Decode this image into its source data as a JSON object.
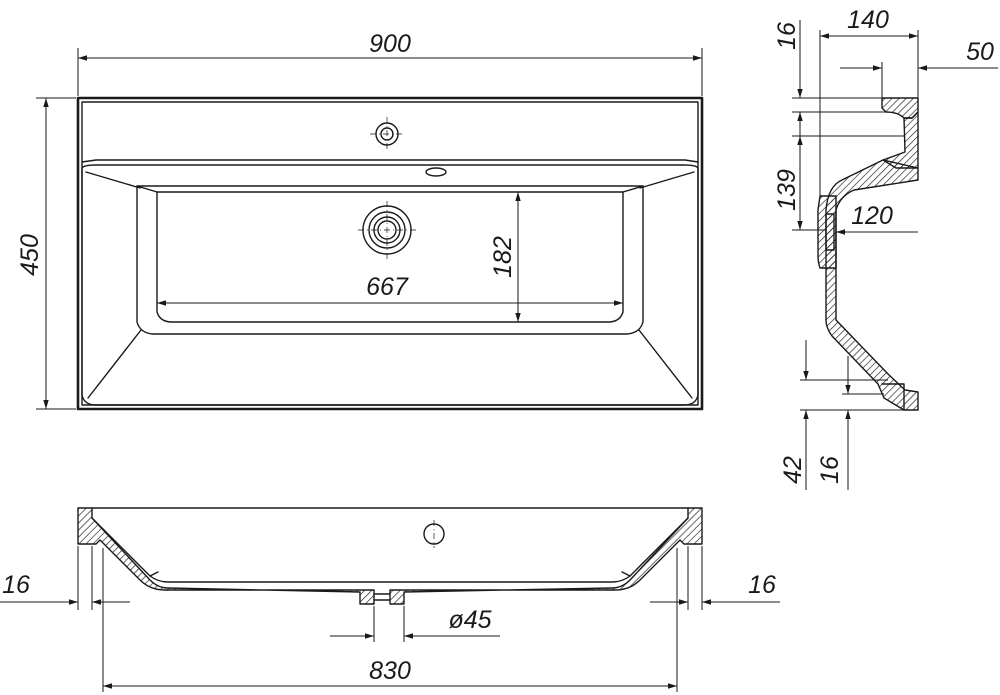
{
  "dimensions": {
    "width_total": "900",
    "depth_total": "450",
    "bowl_width": "667",
    "bowl_depth": "182",
    "side_depth": "140",
    "tap_offset": "50",
    "top_thickness": "16",
    "side_height": "139",
    "drain_offset": "120",
    "bottom_height": "42",
    "bottom_thickness": "16",
    "front_wall_left": "16",
    "front_wall_right": "16",
    "drain_diameter": "ø45",
    "inner_width": "830"
  }
}
